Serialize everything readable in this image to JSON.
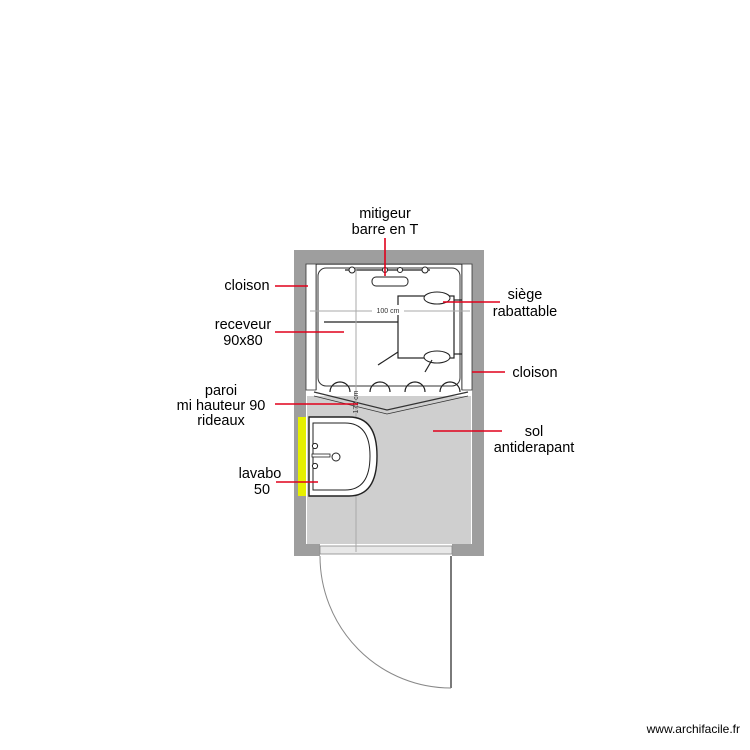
{
  "labels": {
    "mitigeur_line1": "mitigeur",
    "mitigeur_line2": "barre en T",
    "cloison_left": "cloison",
    "siege_line1": "siège",
    "siege_line2": "rabattable",
    "receveur_line1": "receveur",
    "receveur_line2": "90x80",
    "cloison_right": "cloison",
    "paroi_line1": "paroi",
    "paroi_line2": "mi hauteur 90",
    "paroi_line3": "rideaux",
    "sol_line1": "sol",
    "sol_line2": "antiderapant",
    "lavabo_line1": "lavabo",
    "lavabo_line2": "50"
  },
  "dimensions": {
    "width": "100 cm",
    "length": "172 cm"
  },
  "watermark": "www.archifacile.fr",
  "colors": {
    "wall": "#9e9e9e",
    "floor": "#cfcfcf",
    "leader": "#e0001b",
    "accessibility_bar": "#e6f000"
  }
}
